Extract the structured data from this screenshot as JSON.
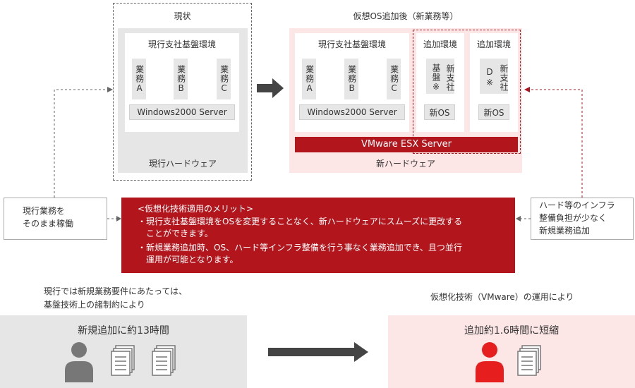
{
  "current": {
    "heading": "現状",
    "env_title": "現行支社基盤環境",
    "tasks": [
      "業務A",
      "業務B",
      "業務C"
    ],
    "os": "Windows2000 Server",
    "hardware": "現行ハードウェア"
  },
  "after": {
    "heading": "仮想OS追加後（新業務等）",
    "env_title": "現行支社基盤環境",
    "tasks": [
      "業務A",
      "業務B",
      "業務C"
    ],
    "os": "Windows2000 Server",
    "add_env_1": {
      "title": "追加環境",
      "col1": "基盤※",
      "col2": "新支社",
      "os": "新OS"
    },
    "add_env_2": {
      "title": "追加環境",
      "col1": "D※",
      "col2": "新支社",
      "os": "新OS"
    },
    "vmware": "VMware ESX Server",
    "hardware": "新ハードウェア"
  },
  "side_left": [
    "現行業務を",
    "そのまま稼働"
  ],
  "side_right": [
    "ハード等のインフラ",
    "整備負担が少なく",
    "新規業務追加"
  ],
  "merit": {
    "title": "<仮想化技術適用のメリット>",
    "line1": "・現行支社基盤環境をOSを変更することなく、新ハードウェアにスムーズに更改する",
    "line1b": "ことができます。",
    "line2": "・新規業務追加時、OS、ハード等インフラ整備を行う事なく業務追加でき、且つ並行",
    "line2b": "運用が可能となります。"
  },
  "bottom_left": {
    "caption1": "現行では新規業務要件にあたっては、",
    "caption2": "基盤技術上の諸制約により",
    "label": "新規追加に約13時間"
  },
  "bottom_right": {
    "caption": "仮想化技術（VMware）の運用により",
    "label": "追加約1.6時間に短縮"
  },
  "colors": {
    "accent": "#b2151c",
    "pink": "#fde7e6",
    "gray": "#e6e6e6",
    "icon_gray": "#777777"
  }
}
